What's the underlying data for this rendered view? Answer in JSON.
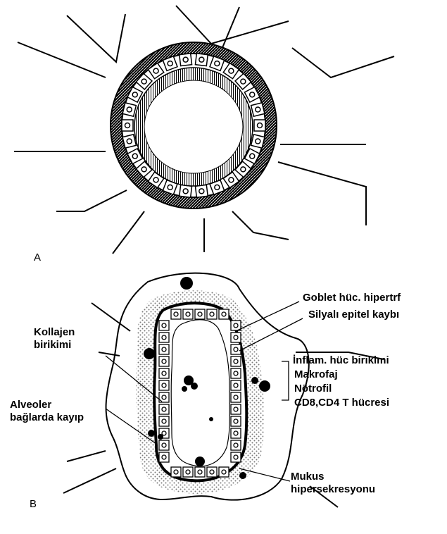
{
  "panel_a": {
    "letter": "A"
  },
  "panel_b": {
    "letter": "B",
    "labels": {
      "goblet": "Goblet hüc. hipertrf",
      "silyali": "Silyalı epitel kaybı",
      "kollajen": "Kollajen\nbirikimi",
      "inflam": "İnflam. hüc birikimi",
      "makrofaj": "Makrofaj",
      "notrofil": "Nötrofil",
      "cd": "CD8,CD4 T hücresi",
      "alveoler": "Alveoler\nbağlarda kayıp",
      "mukus": "Mukus\nhipersekresyonu"
    }
  },
  "colors": {
    "ink": "#000000",
    "paper": "#ffffff",
    "dots": "#808080"
  }
}
